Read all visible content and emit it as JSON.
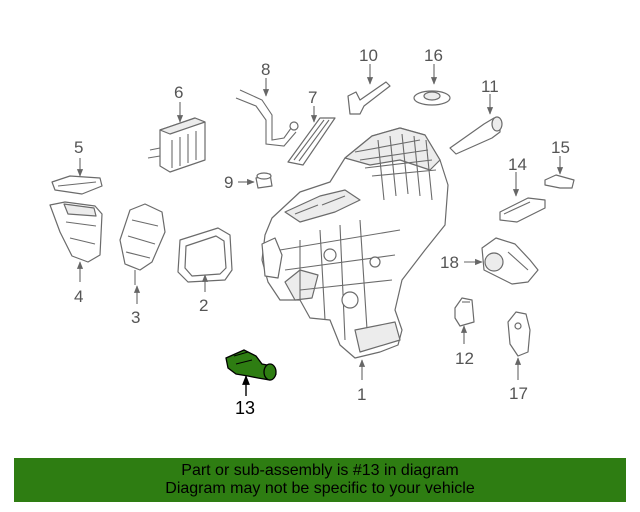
{
  "callouts": {
    "c1": "1",
    "c2": "2",
    "c3": "3",
    "c4": "4",
    "c5": "5",
    "c6": "6",
    "c7": "7",
    "c8": "8",
    "c9": "9",
    "c10": "10",
    "c11": "11",
    "c12": "12",
    "c13": "13",
    "c14": "14",
    "c15": "15",
    "c16": "16",
    "c17": "17",
    "c18": "18"
  },
  "highlight": {
    "part_number": "13",
    "color": "#2e7d12"
  },
  "footer": {
    "line1": "Part or sub-assembly is #13 in diagram",
    "line2": "Diagram may not be specific to your vehicle",
    "background": "#2e7d12"
  }
}
